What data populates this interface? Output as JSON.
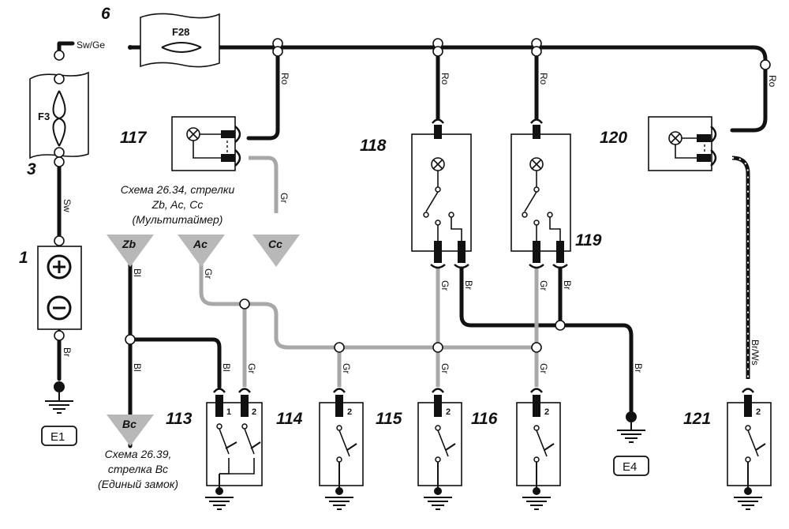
{
  "components": {
    "c1": "1",
    "c3": "3",
    "c6": "6",
    "c113": "113",
    "c114": "114",
    "c115": "115",
    "c116": "116",
    "c117": "117",
    "c118": "118",
    "c119": "119",
    "c120": "120",
    "c121": "121"
  },
  "fuses": {
    "f3": "F3",
    "f28": "F28"
  },
  "wires": {
    "sw_ge": "Sw/Ge",
    "sw": "Sw",
    "br": "Br",
    "ro": "Ro",
    "gr": "Gr",
    "bl": "Bl",
    "br_ws": "Br/Ws"
  },
  "arrows": {
    "zb": "Zb",
    "ac": "Ac",
    "cc": "Cc",
    "bc": "Bc"
  },
  "notes": {
    "ref1_line1": "Схема 26.34, стрелки",
    "ref1_line2": "Zb, Ac, Cc",
    "ref1_line3": "(Мультитаймер)",
    "ref2_line1": "Схема 26.39,",
    "ref2_line2": "стрелка Bc",
    "ref2_line3": "(Единый замок)"
  },
  "grounds": {
    "e1": "E1",
    "e4": "E4"
  },
  "pins": {
    "p1": "1",
    "p2": "2"
  },
  "icons": {
    "bulb": "lamp-icon",
    "switch": "switch-contact-icon",
    "ground": "ground-icon",
    "battery": "battery-icon",
    "fuse": "fuse-icon"
  }
}
